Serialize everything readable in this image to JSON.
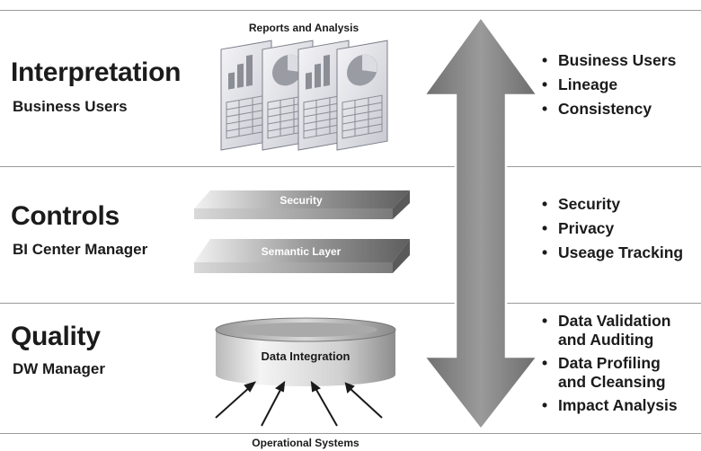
{
  "tiers": [
    {
      "title": "Interpretation",
      "subtitle": "Business Users",
      "bullets": [
        "Business Users",
        "Lineage",
        "Consistency"
      ]
    },
    {
      "title": "Controls",
      "subtitle": "BI Center Manager",
      "bullets": [
        "Security",
        "Privacy",
        "Useage Tracking"
      ]
    },
    {
      "title": "Quality",
      "subtitle": "DW Manager",
      "bullets": [
        "Data Validation and Auditing",
        "Data Profiling and Cleansing",
        "Impact Analysis"
      ]
    }
  ],
  "bullet_display": {
    "b3_0_l1": "Data Validation",
    "b3_0_l2": "and Auditing",
    "b3_1_l1": "Data Profiling",
    "b3_1_l2": "and Cleansing"
  },
  "labels": {
    "reports": "Reports and Analysis",
    "security_layer": "Security",
    "semantic_layer": "Semantic Layer",
    "data_integration": "Data Integration",
    "operational_systems": "Operational Systems"
  },
  "colors": {
    "rule": "#9a9a9a",
    "arrow": "#8c8c8c",
    "text": "#1b1b1b"
  }
}
